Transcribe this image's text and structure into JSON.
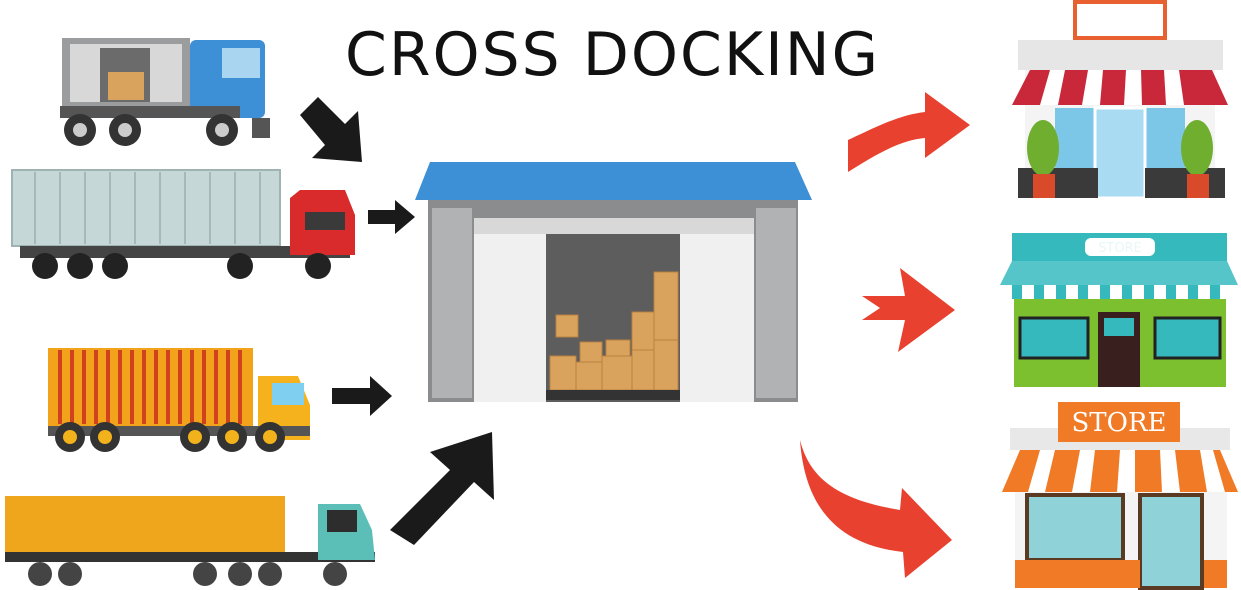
{
  "title": "CROSS DOCKING",
  "stores": [
    {
      "sign": ""
    },
    {
      "sign": "STORE"
    },
    {
      "sign": "STORE"
    }
  ],
  "colors": {
    "inbound_arrow": "#1a1a1a",
    "outbound_arrow": "#e8412f",
    "warehouse_roof": "#3d8fd6",
    "warehouse_wall": "#8a8c8e"
  }
}
